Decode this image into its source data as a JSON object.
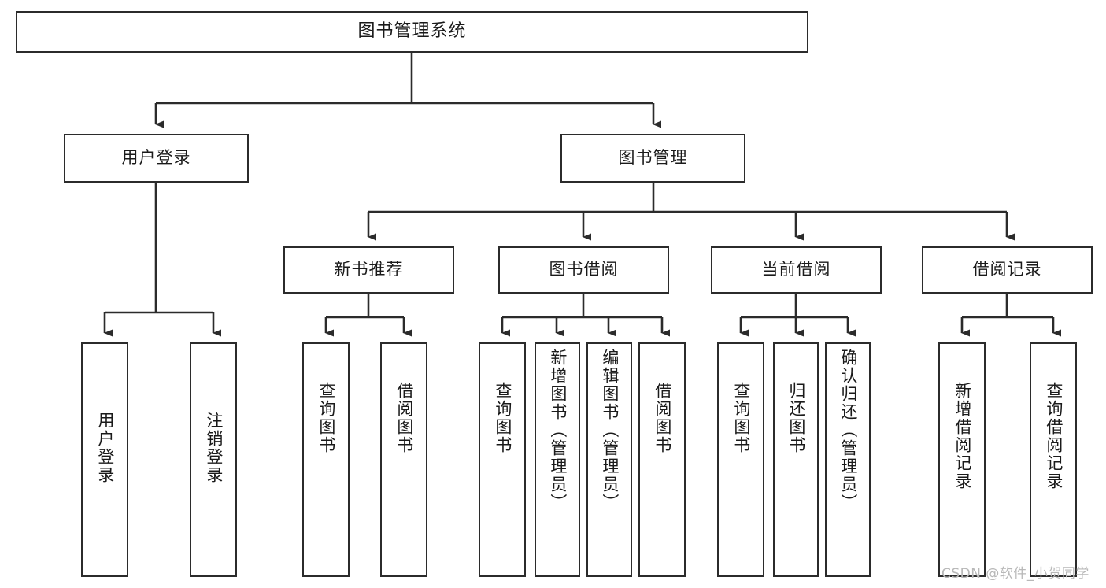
{
  "diagram": {
    "title": "图书管理系统",
    "type": "tree-hierarchy-functional-structure",
    "watermark": "CSDN @软件_小贺同学",
    "stroke_color": "#2b2b2b",
    "background_color": "#ffffff",
    "text_color": "#1a1a1a"
  },
  "root": {
    "label": "图书管理系统"
  },
  "level2": [
    {
      "label": "用户登录"
    },
    {
      "label": "图书管理"
    }
  ],
  "level3": [
    {
      "label": "新书推荐"
    },
    {
      "label": "图书借阅"
    },
    {
      "label": "当前借阅"
    },
    {
      "label": "借阅记录"
    }
  ],
  "leaves": {
    "user_login": [
      {
        "label": "用户登录"
      },
      {
        "label": "注销登录"
      }
    ],
    "new_book_recommend": [
      {
        "label": "查询图书"
      },
      {
        "label": "借阅图书"
      }
    ],
    "book_borrow": [
      {
        "label": "查询图书"
      },
      {
        "label": "新增图书（管理员）"
      },
      {
        "label": "编辑图书（管理员）"
      },
      {
        "label": "借阅图书"
      }
    ],
    "current_borrow": [
      {
        "label": "查询图书"
      },
      {
        "label": "归还图书"
      },
      {
        "label": "确认归还（管理员）"
      }
    ],
    "borrow_record": [
      {
        "label": "新增借阅记录"
      },
      {
        "label": "查询借阅记录"
      }
    ]
  }
}
